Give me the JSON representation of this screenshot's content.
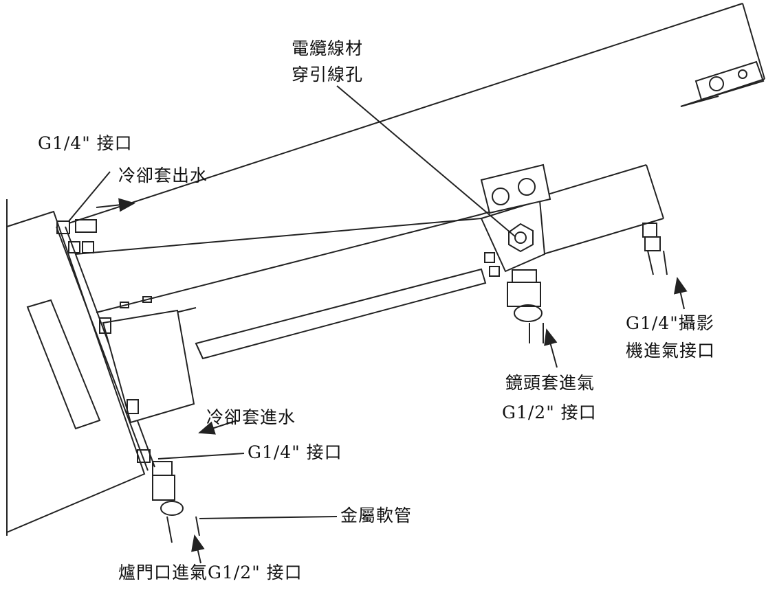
{
  "labels": {
    "cable_hole_line1": "電纜線材",
    "cable_hole_line2": "穿引線孔",
    "outlet_port": "G1/4\" 接口",
    "jacket_water_out": "冷卻套出水",
    "camera_air_line1": "G1/4\"攝影",
    "camera_air_line2": "機進氣接口",
    "lens_air_line1": "鏡頭套進氣",
    "lens_air_line2": "G1/2\" 接口",
    "jacket_water_in": "冷卻套進水",
    "inlet_port": "G1/4\" 接口",
    "metal_hose": "金屬軟管",
    "furnace_air": "爐門口進氣G1/2\" 接口"
  }
}
